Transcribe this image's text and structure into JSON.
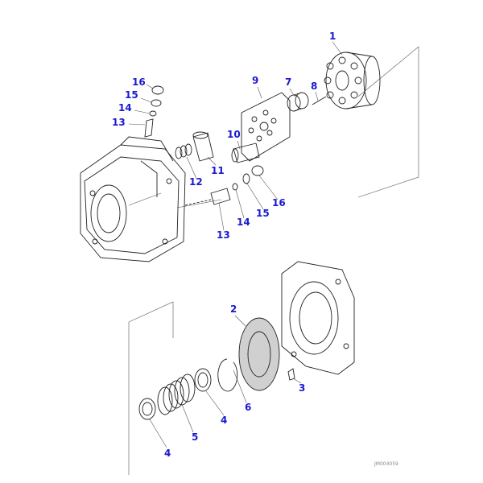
{
  "diagram": {
    "callouts": [
      {
        "id": "c1",
        "text": "1"
      },
      {
        "id": "c9",
        "text": "9"
      },
      {
        "id": "c7",
        "text": "7"
      },
      {
        "id": "c8",
        "text": "8"
      },
      {
        "id": "c16a",
        "text": "16"
      },
      {
        "id": "c15a",
        "text": "15"
      },
      {
        "id": "c14a",
        "text": "14"
      },
      {
        "id": "c13a",
        "text": "13"
      },
      {
        "id": "c10",
        "text": "10"
      },
      {
        "id": "c11",
        "text": "11"
      },
      {
        "id": "c12",
        "text": "12"
      },
      {
        "id": "c16b",
        "text": "16"
      },
      {
        "id": "c15b",
        "text": "15"
      },
      {
        "id": "c14b",
        "text": "14"
      },
      {
        "id": "c13b",
        "text": "13"
      },
      {
        "id": "c2",
        "text": "2"
      },
      {
        "id": "c3",
        "text": "3"
      },
      {
        "id": "c6",
        "text": "6"
      },
      {
        "id": "c4a",
        "text": "4"
      },
      {
        "id": "c5",
        "text": "5"
      },
      {
        "id": "c4b",
        "text": "4"
      }
    ],
    "drawing_code": "JM004059",
    "label_color": "#1a1ad0"
  }
}
